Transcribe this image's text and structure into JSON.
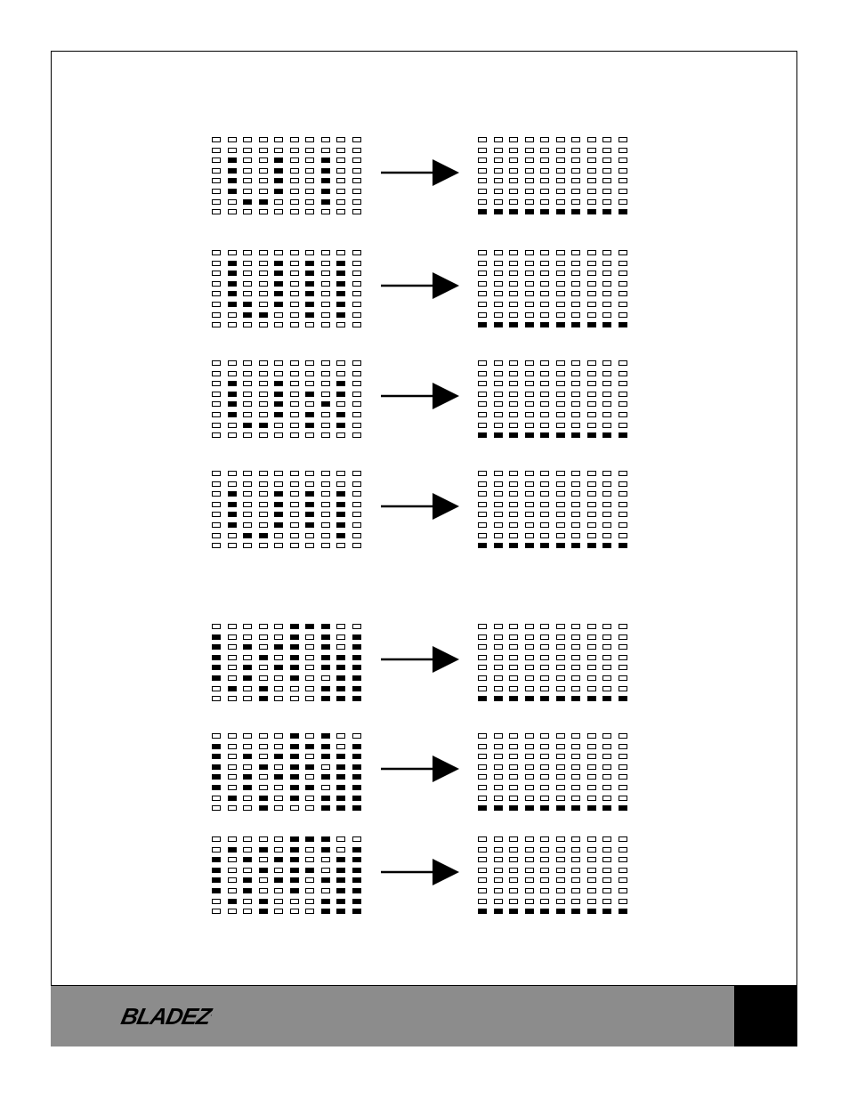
{
  "brand": {
    "logo_text": "BLADEZ",
    "logo_mark": "·"
  },
  "colors": {
    "footer_bar": "#8c8c8c",
    "footer_block": "#000000",
    "ink": "#000000"
  },
  "conversions": [
    {
      "before": [
        "0000000000",
        "0000000000",
        "0100100100",
        "0100100100",
        "0100100100",
        "0100100100",
        "0011000100",
        "0000000000"
      ],
      "after": [
        "0000000000",
        "0000000000",
        "0000000000",
        "0000000000",
        "0000000000",
        "0000000000",
        "0000000000",
        "1111111111"
      ]
    },
    {
      "before": [
        "0000000000",
        "0100101010",
        "0100101010",
        "0100101010",
        "0100101010",
        "0110101010",
        "0011001010",
        "0000000000"
      ],
      "after": [
        "0000000000",
        "0000000000",
        "0000000000",
        "0000000000",
        "0000000000",
        "0000000000",
        "0000000000",
        "1111111111"
      ]
    },
    {
      "before": [
        "0000000000",
        "0000000000",
        "0100100010",
        "0100101010",
        "0100100100",
        "0100101010",
        "0011001010",
        "0000000000"
      ],
      "after": [
        "0000000000",
        "0000000000",
        "0000000000",
        "0000000000",
        "0000000000",
        "0000000000",
        "0000000000",
        "1111111111"
      ]
    },
    {
      "before": [
        "0000000000",
        "0000000000",
        "0100101010",
        "0100101010",
        "0100101010",
        "0100101010",
        "0011000010",
        "0000000000"
      ],
      "after": [
        "0000000000",
        "0000000000",
        "0000000000",
        "0000000000",
        "0000000000",
        "0000000000",
        "0000000000",
        "1111111111"
      ]
    },
    {
      "before": [
        "0000011100",
        "1000010101",
        "1010110101",
        "1001010111",
        "1010110111",
        "1010010011",
        "0101000111",
        "0001000111"
      ],
      "after": [
        "0000000000",
        "0000000000",
        "0000000000",
        "0000000000",
        "0000000000",
        "0000000000",
        "0000000000",
        "1111111111"
      ]
    },
    {
      "before": [
        "0000010100",
        "1000011101",
        "1010110111",
        "1001011011",
        "1010110111",
        "1010011011",
        "0101010111",
        "0001000111"
      ],
      "after": [
        "0000000000",
        "0000000000",
        "0000000000",
        "0000000000",
        "0000000000",
        "0000000000",
        "0000000000",
        "1111111111"
      ]
    },
    {
      "before": [
        "0000011100",
        "0101010101",
        "1010110011",
        "1001011011",
        "1010110111",
        "1010010011",
        "0101000111",
        "0001000111"
      ],
      "after": [
        "0000000000",
        "0000000000",
        "0000000000",
        "0000000000",
        "0000000000",
        "0000000000",
        "0000000000",
        "1111111111"
      ]
    }
  ]
}
